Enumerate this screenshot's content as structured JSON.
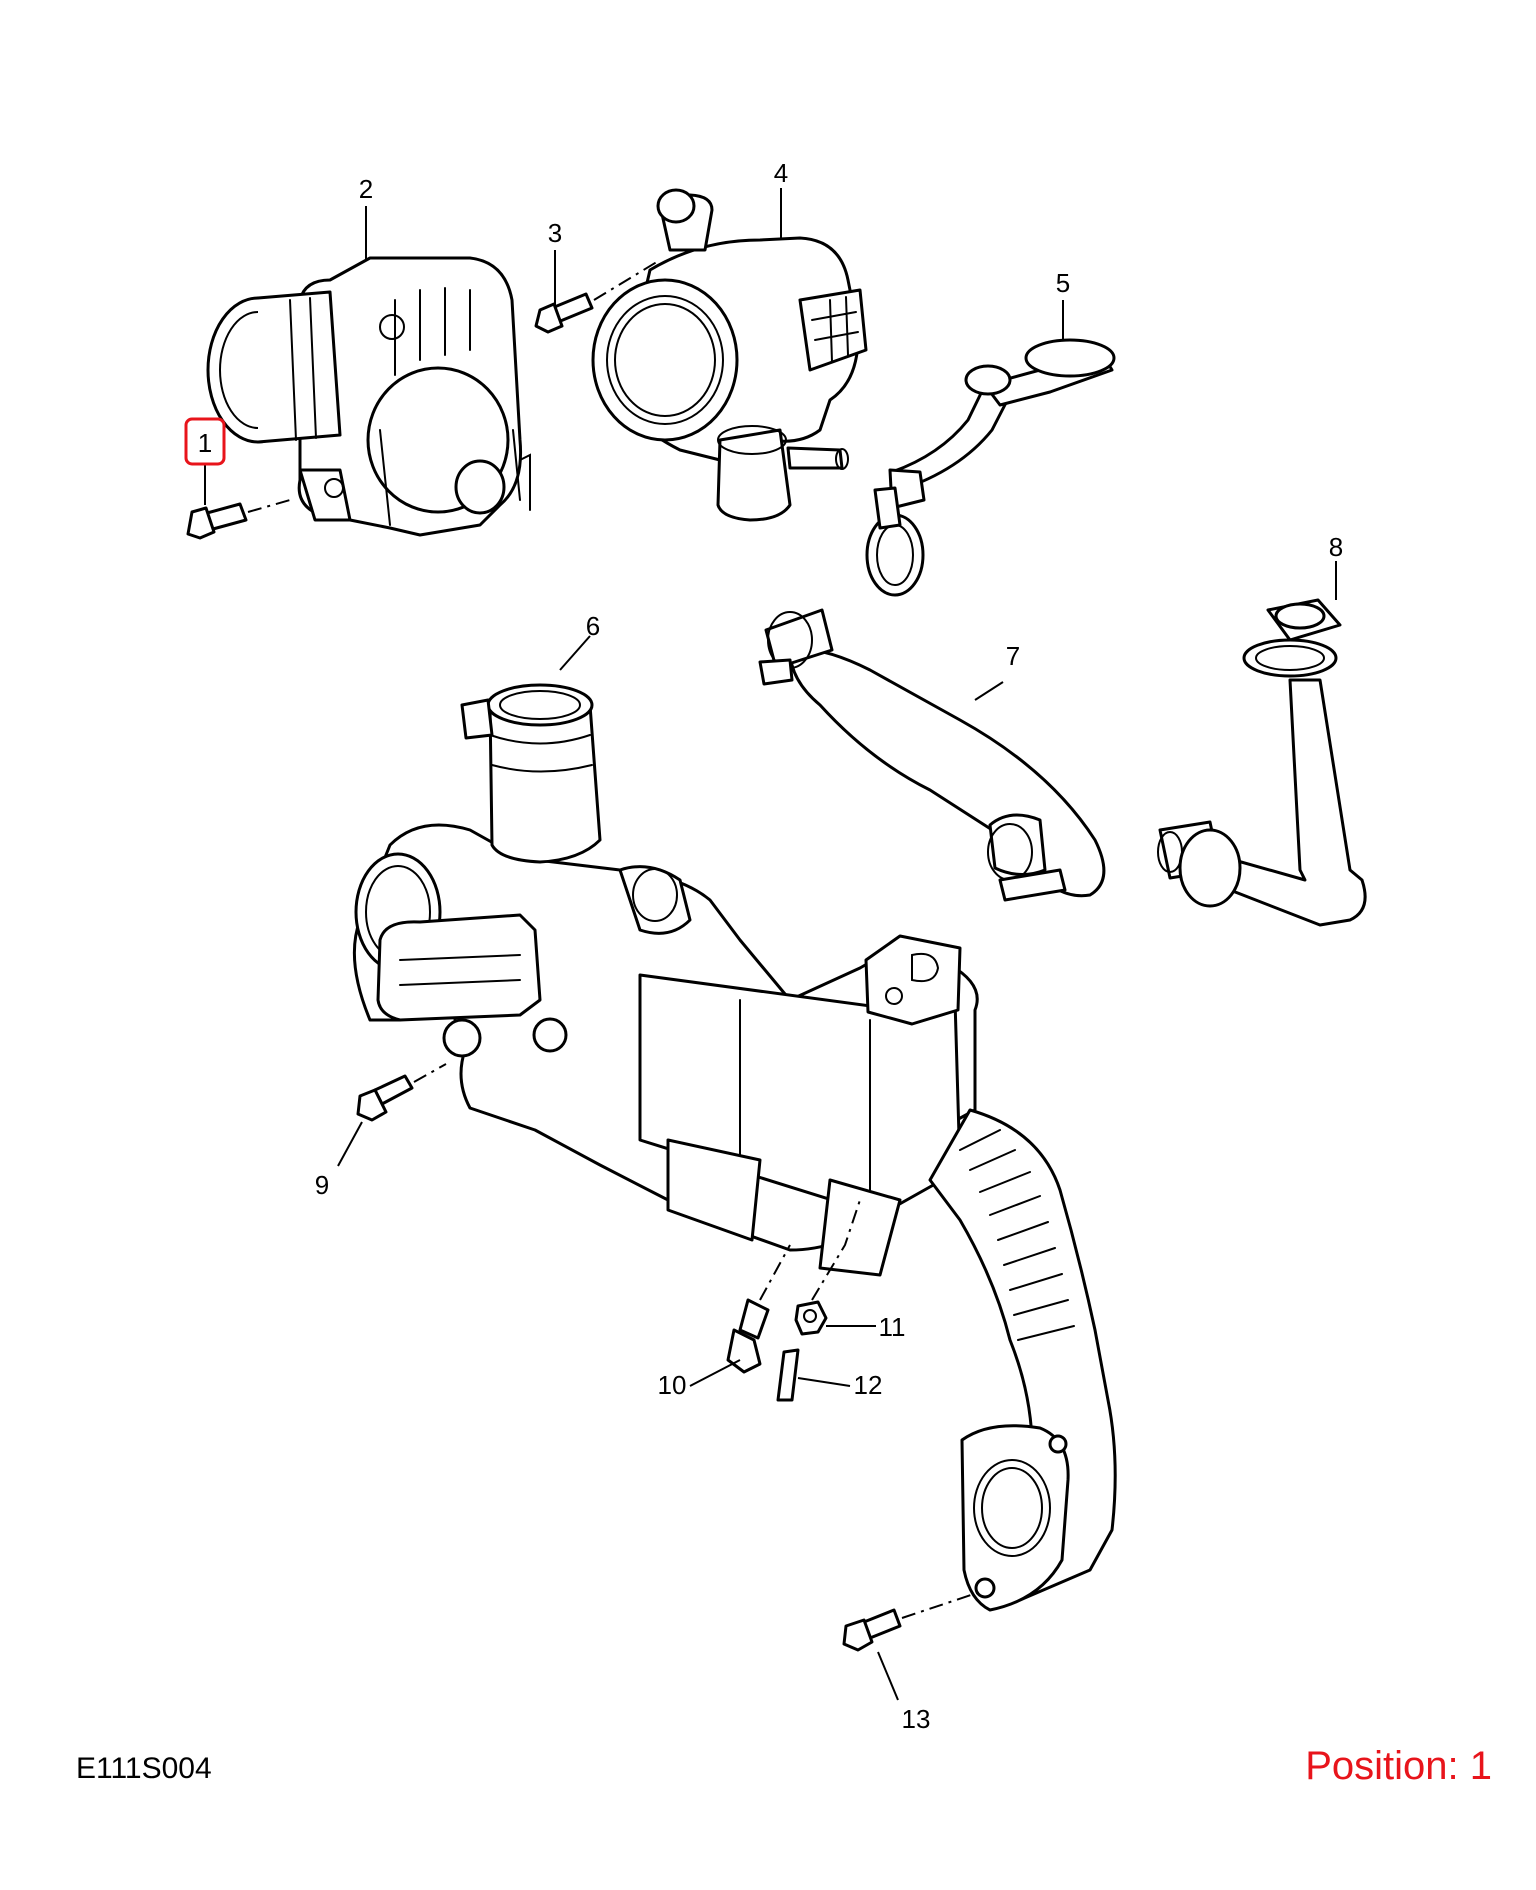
{
  "callouts": {
    "c1": "1",
    "c2": "2",
    "c3": "3",
    "c4": "4",
    "c5": "5",
    "c6": "6",
    "c7": "7",
    "c8": "8",
    "c9": "9",
    "c10": "10",
    "c11": "11",
    "c12": "12",
    "c13": "13"
  },
  "illustration_code": "E111S004",
  "position_label": "Position: 1",
  "colors": {
    "highlight": "#e8141b",
    "line": "#000000",
    "background": "#ffffff"
  }
}
